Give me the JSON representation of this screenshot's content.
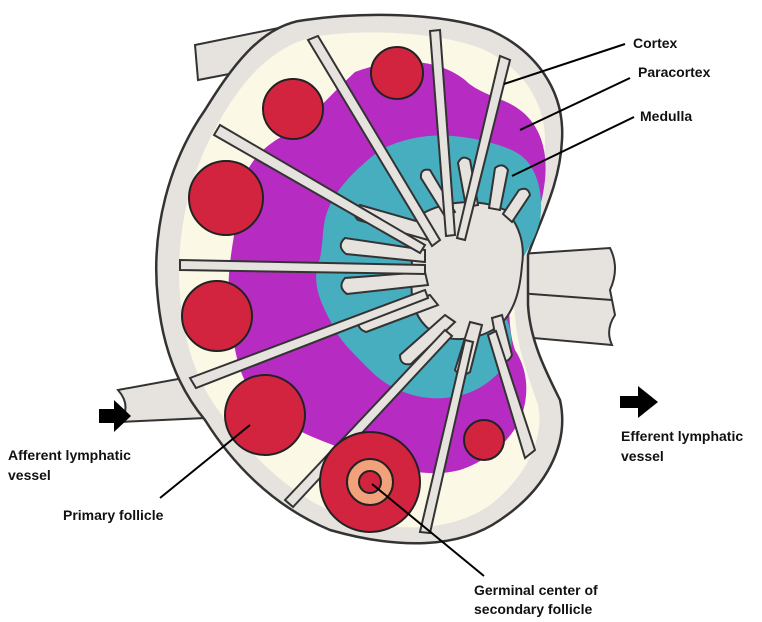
{
  "labels": {
    "cortex": "Cortex",
    "paracortex": "Paracortex",
    "medulla": "Medulla",
    "afferent_line1": "Afferent lymphatic",
    "afferent_line2": "vessel",
    "efferent_line1": "Efferent lymphatic",
    "efferent_line2": "vessel",
    "primary_follicle": "Primary follicle",
    "germinal_line1": "Germinal center of",
    "germinal_line2": "secondary follicle"
  },
  "colors": {
    "capsule": "#e6e3df",
    "cortex": "#fbf8e6",
    "paracortex": "#b62cc2",
    "medulla": "#46aebf",
    "follicle": "#d3243f",
    "germinal_center": "#f2a27a",
    "hilum": "#e6e3df",
    "outline": "#333333",
    "arrow": "#000000"
  }
}
